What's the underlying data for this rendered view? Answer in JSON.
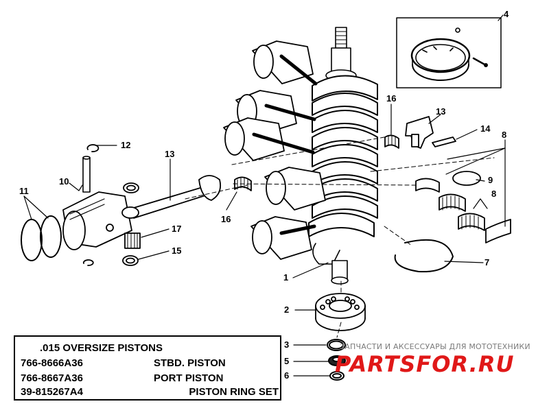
{
  "callouts": {
    "c1": "1",
    "c2": "2",
    "c3": "3",
    "c4": "4",
    "c5": "5",
    "c6": "6",
    "c7": "7",
    "c8a": "8",
    "c8b": "8",
    "c9": "9",
    "c10": "10",
    "c11": "11",
    "c12": "12",
    "c13a": "13",
    "c13b": "13",
    "c14": "14",
    "c15": "15",
    "c16a": "16",
    "c16b": "16",
    "c17": "17"
  },
  "legend": {
    "title": ".015 OVERSIZE PISTONS",
    "rows": [
      {
        "part_number": "766-8666A36",
        "description": "STBD. PISTON"
      },
      {
        "part_number": "766-8667A36",
        "description": "PORT PISTON"
      },
      {
        "part_number": "39-815267A4",
        "description": "PISTON RING SET"
      }
    ]
  },
  "watermark": {
    "tagline": "ЗАПЧАСТИ И АКСЕССУАРЫ ДЛЯ МОТОТЕХНИКИ",
    "brand": "PARTSFOR.RU",
    "brand_color": "#e01818"
  }
}
